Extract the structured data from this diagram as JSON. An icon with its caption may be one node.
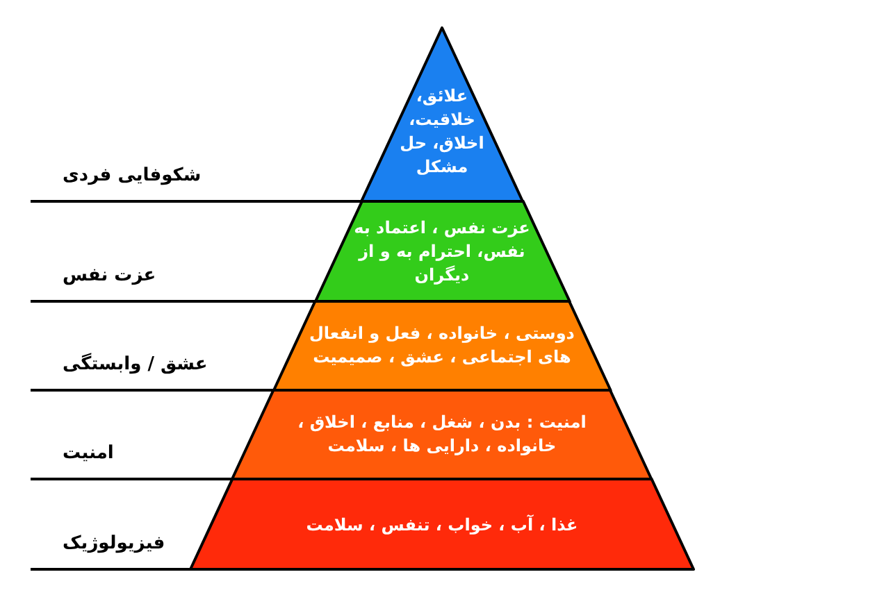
{
  "diagram": {
    "nodes": [
      {
        "text": [
          "علائق، خلاقیت، اخلاق، حل مشکل"
        ]
      },
      {
        "text": [
          "عزت نفس ، اعتماد به نفس، احترام به و از دیگران"
        ]
      },
      {
        "text": [
          "دوستی ، خانواده ، فعل و انفعال های اجتماعی ، عشق ، صمیمیت"
        ]
      },
      {
        "text": [
          "امنیت : بدن ، شغل ، منابع ، اخلاق ، خانواده ، دارایی ها ، سلامت"
        ]
      },
      {
        "text": [
          "غذا ، آب ، خواب ، تنفس ، سلامت"
        ]
      }
    ],
    "labels": [
      "شکوفایی فردی",
      "عزت نفس",
      "عشق / وابستگی",
      "امنیت",
      "فیزیولوژیک"
    ]
  }
}
